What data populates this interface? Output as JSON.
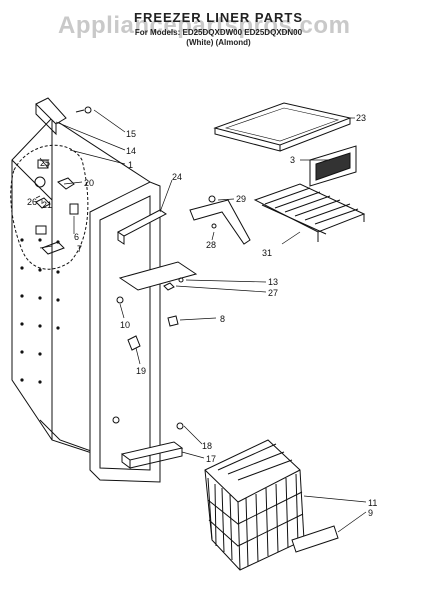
{
  "watermark": "Appliancepartspros.com",
  "diagram": {
    "title": "FREEZER LINER PARTS",
    "subtitle": "For Models: ED25DQXDW00 ED25DQXDN00",
    "color_note": "(White)   (Almond)"
  },
  "callouts": {
    "c15": "15",
    "c14": "14",
    "c1": "1",
    "c25": "25",
    "c20": "20",
    "c26": "26",
    "c21": "21",
    "c6": "6",
    "c7": "7",
    "c24": "24",
    "c23": "23",
    "c3": "3",
    "c29": "29",
    "c28": "28",
    "c31": "31",
    "c13": "13",
    "c27": "27",
    "c10": "10",
    "c8": "8",
    "c19": "19",
    "c18": "18",
    "c17": "17",
    "c11": "11",
    "c9": "9"
  }
}
